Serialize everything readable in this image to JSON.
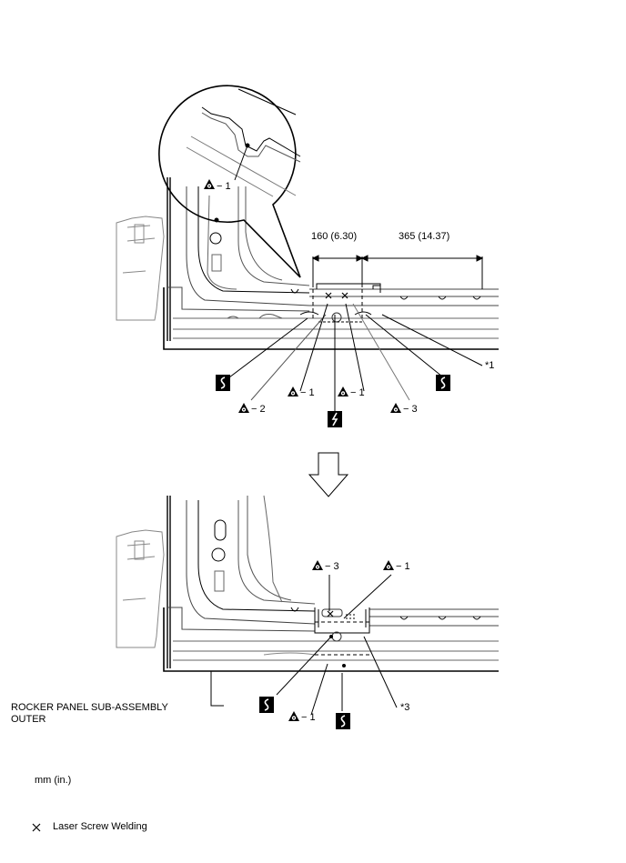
{
  "dimensions": {
    "upper_left": "160 (6.30)",
    "upper_right": "365 (14.37)"
  },
  "callouts": {
    "star1": "*1",
    "star3": "*3"
  },
  "symbols": {
    "spot_weld_suffix_1": "− 1",
    "spot_weld_suffix_2": "− 2",
    "spot_weld_suffix_3": "− 3"
  },
  "labels": {
    "rocker_panel_line1": "ROCKER PANEL SUB-ASSEMBLY",
    "rocker_panel_line2": "OUTER",
    "unit": "mm (in.)",
    "legend_laser": "Laser Screw Welding"
  },
  "icons": [
    "spot-weld-triangle-icon",
    "cut-wave-icon",
    "cut-zigzag-icon",
    "laser-screw-x-icon",
    "down-arrow-icon"
  ]
}
